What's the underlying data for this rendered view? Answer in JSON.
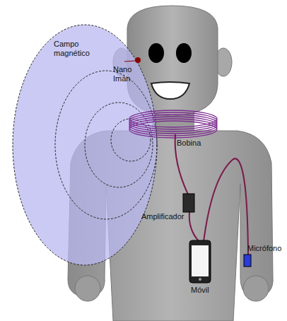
{
  "diagram": {
    "labels": [
      "Campo magnético",
      "Nano Imán",
      "Bobina",
      "Amplificador",
      "Móvil",
      "Micrófono"
    ]
  }
}
